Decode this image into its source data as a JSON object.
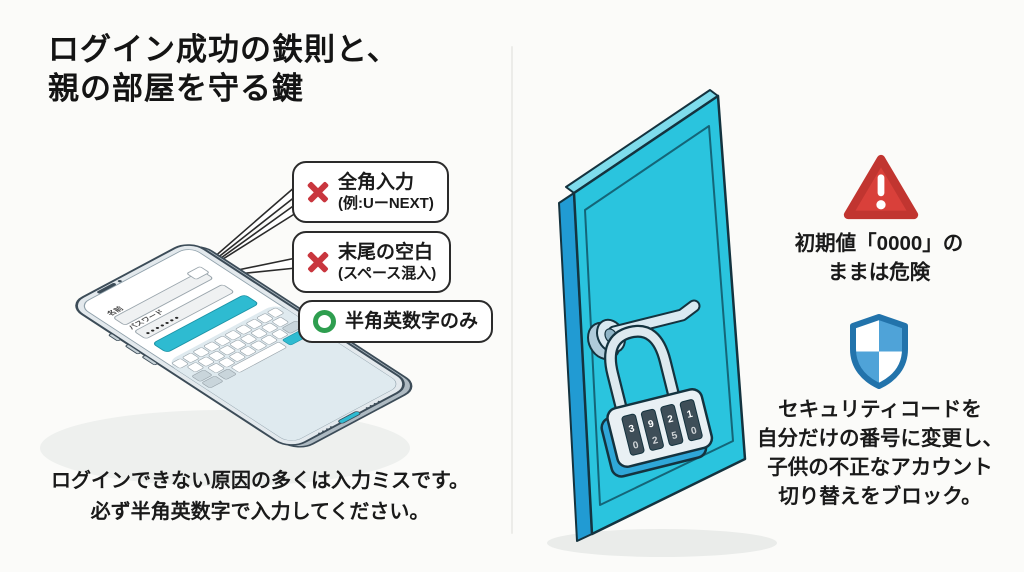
{
  "title": {
    "line1": "ログイン成功の鉄則と、",
    "line2": "親の部屋を守る鍵"
  },
  "left": {
    "callouts": [
      {
        "icon": "cross",
        "title": "全角入力",
        "subtitle": "(例:UーNEXT)"
      },
      {
        "icon": "cross",
        "title": "末尾の空白",
        "subtitle": "(スペース混入)"
      },
      {
        "icon": "circle",
        "title": "半角英数字のみ",
        "subtitle": ""
      }
    ],
    "phone": {
      "name_label": "名前",
      "password_label": "パスワード",
      "password_dots": "●●●●●●●"
    },
    "caption": {
      "line1": "ログインできない原因の多くは入力ミスです。",
      "line2": "必ず半角英数字で入力してください。"
    }
  },
  "right": {
    "warning_text": {
      "line1": "初期値「0000」の",
      "line2": "ままは危険"
    },
    "security_text": {
      "line1": "セキュリティコードを",
      "line2": "自分だけの番号に変更し、",
      "line3": "子供の不正なアカウント",
      "line4": "切り替えをブロック。"
    },
    "lock_dials_top": [
      "3",
      "9",
      "2",
      "1"
    ],
    "lock_dials_bottom": [
      "0",
      "2",
      "5",
      "0"
    ]
  },
  "colors": {
    "background": "#FBFBF9",
    "ink": "#141414",
    "door_front": "#2AC4DE",
    "door_side": "#219BD3",
    "button_teal": "#2EBBD1",
    "warning_red": "#D9403A",
    "cross_red": "#C9363E",
    "ok_green": "#2E9E4F",
    "shield_blue": "#2273AB",
    "shield_light": "#4FA3D8"
  }
}
